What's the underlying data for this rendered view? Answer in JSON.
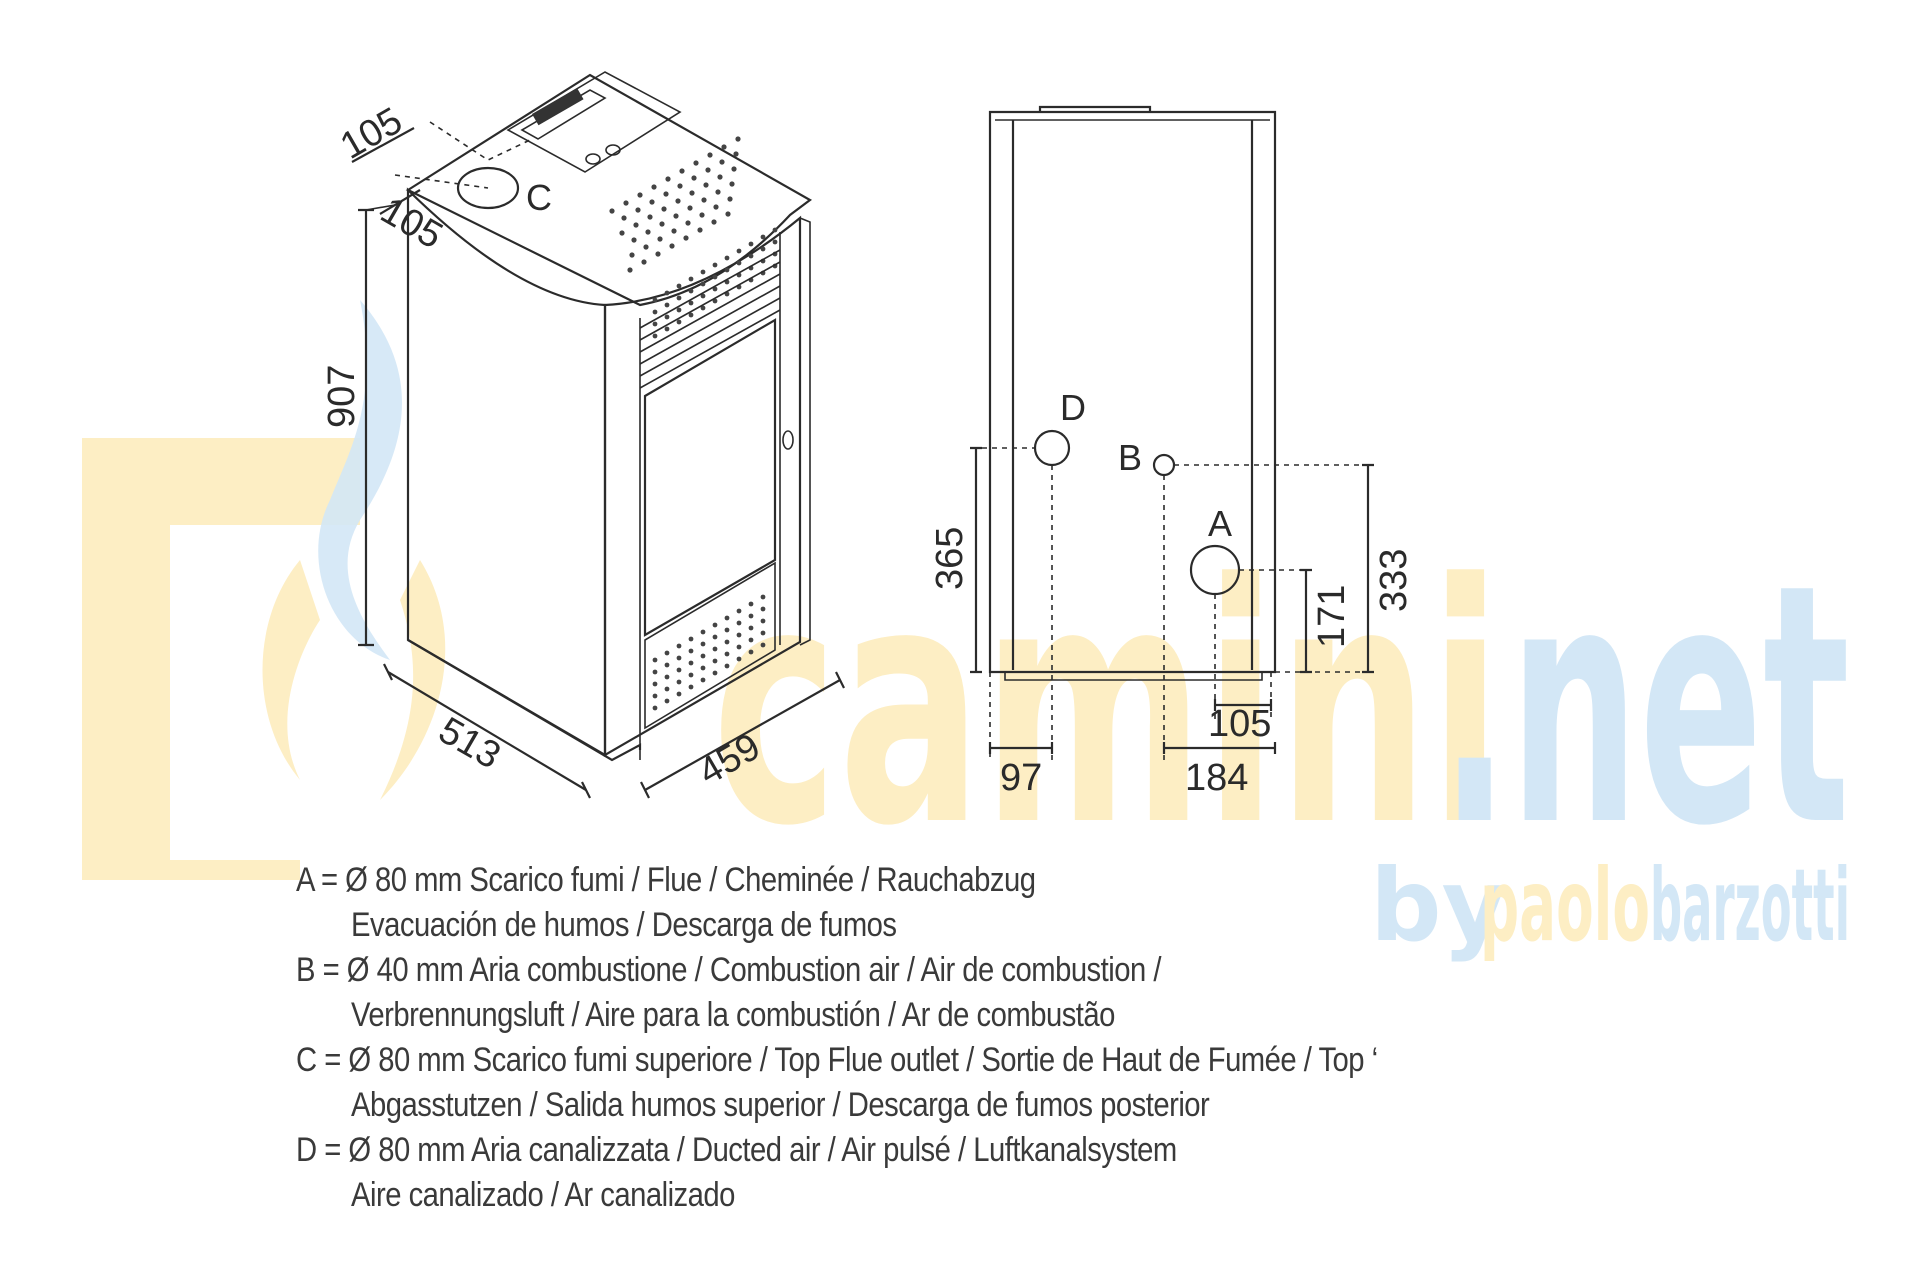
{
  "watermark": {
    "brand_text": "camini.net",
    "brand_main": "camini",
    "brand_ext": ".net",
    "byline_prefix": "by",
    "byline_first": "paolo",
    "byline_last": "barzotti",
    "colors": {
      "yellow": "#fdeec4",
      "blue": "#d3e7f6"
    }
  },
  "diagram": {
    "iso_view": {
      "dims": {
        "top_offset_a": "105",
        "top_offset_b": "105",
        "height": "907",
        "depth": "513",
        "width": "459"
      },
      "labels": {
        "flue_top": "C"
      }
    },
    "rear_view": {
      "dims": {
        "d_height": "365",
        "b_height": "333",
        "a_height": "171",
        "a_offset": "105",
        "d_offset": "97",
        "b_offset": "184"
      },
      "labels": {
        "flue": "A",
        "combustion_air": "B",
        "ducted_air": "D"
      }
    }
  },
  "legend": [
    {
      "line1": "A = Ø 80 mm  Scarico fumi / Flue / Cheminée / Rauchabzug",
      "line2": "Evacuación de humos / Descarga de fumos"
    },
    {
      "line1": "B = Ø 40 mm  Aria combustione / Combustion air / Air de combustion /",
      "line2": "Verbrennungsluft / Aire para la combustión / Ar de combustão"
    },
    {
      "line1": "C = Ø 80 mm  Scarico fumi superiore / Top Flue outlet / Sortie de Haut de Fumée / Top ‘",
      "line2": "Abgasstutzen / Salida humos superior / Descarga de fumos posterior"
    },
    {
      "line1": "D = Ø 80 mm  Aria canalizzata / Ducted air / Air pulsé / Luftkanalsystem",
      "line2": "Aire canalizado / Ar canalizado"
    }
  ]
}
